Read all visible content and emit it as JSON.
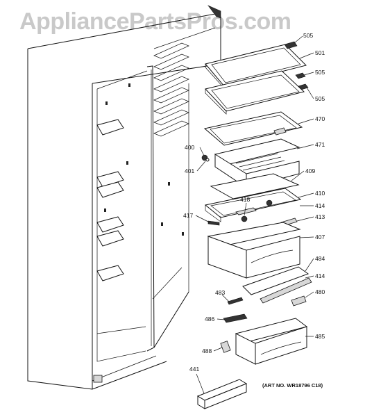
{
  "watermark": "AppliancePartsPros.com",
  "art_number": "(ART NO. WR18796 C18)",
  "callouts": {
    "c505a": "505",
    "c501": "501",
    "c505b": "505",
    "c505c": "505",
    "c470": "470",
    "c400": "400",
    "c471": "471",
    "c401": "401",
    "c409": "409",
    "c410": "410",
    "c418": "418",
    "c414a": "414",
    "c417": "417",
    "c413": "413",
    "c407": "407",
    "c484": "484",
    "c414b": "414",
    "c483": "483",
    "c480": "480",
    "c486": "486",
    "c485": "485",
    "c488": "488",
    "c441": "441"
  }
}
